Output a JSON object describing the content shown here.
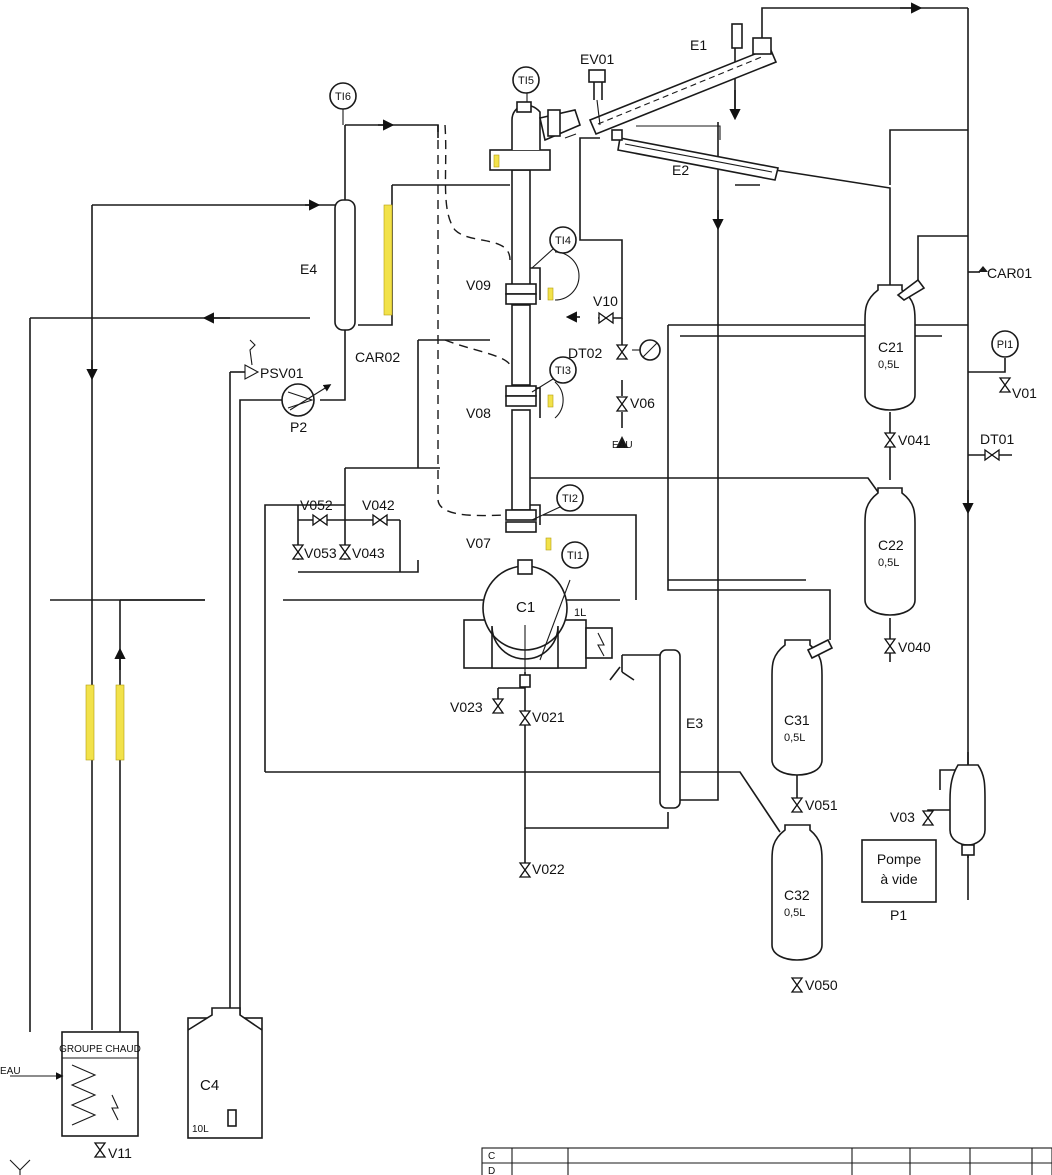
{
  "instruments": {
    "ti1": "TI1",
    "ti2": "TI2",
    "ti3": "TI3",
    "ti4": "TI4",
    "ti5": "TI5",
    "ti6": "TI6",
    "pi1": "PI1"
  },
  "equipment": {
    "ev01": "EV01",
    "e1": "E1",
    "e2": "E2",
    "e3": "E3",
    "e4": "E4",
    "car01": "CAR01",
    "car02": "CAR02",
    "psv01": "PSV01",
    "p2": "P2",
    "dt01": "DT01",
    "dt02": "DT02",
    "eau_top": "EAU",
    "eau_left": "EAU",
    "c1": "C1",
    "c1_vol": "1L",
    "c21": "C21",
    "c21_vol": "0,5L",
    "c22": "C22",
    "c22_vol": "0,5L",
    "c31": "C31",
    "c31_vol": "0,5L",
    "c32": "C32",
    "c32_vol": "0,5L",
    "c4": "C4",
    "c4_vol": "10L",
    "pump_line1": "Pompe",
    "pump_line2": "à vide",
    "p1": "P1",
    "groupe_chaud": "GROUPE CHAUD"
  },
  "valves": {
    "v01": "V01",
    "v03": "V03",
    "v06": "V06",
    "v07": "V07",
    "v08": "V08",
    "v09": "V09",
    "v10": "V10",
    "v11": "V11",
    "v021": "V021",
    "v022": "V022",
    "v023": "V023",
    "v040": "V040",
    "v041": "V041",
    "v042": "V042",
    "v043": "V043",
    "v050": "V050",
    "v051": "V051",
    "v052": "V052",
    "v053": "V053"
  },
  "title_block": {
    "row_c": "C",
    "row_d": "D"
  }
}
